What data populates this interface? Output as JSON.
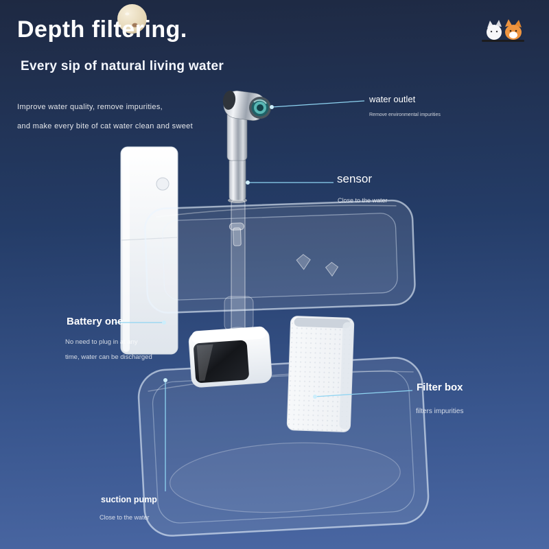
{
  "header": {
    "title": "Depth filtering.",
    "subtitle": "Every sip of natural living water",
    "description": [
      "Improve water quality, remove impurities,",
      "and make every bite of cat water clean and sweet"
    ]
  },
  "callouts": {
    "water_outlet": {
      "label": "water outlet",
      "note": "Remove environmental impurities"
    },
    "sensor": {
      "label": "sensor",
      "note": "Close to the water"
    },
    "battery": {
      "label": "Battery one",
      "note_lines": [
        "No need to plug in at any",
        "time, water can be discharged"
      ]
    },
    "filter_box": {
      "label": "Filter box",
      "note": "filters impurities"
    },
    "suction_pump": {
      "label": "suction pump",
      "note": "Close to the water"
    }
  },
  "icons": {
    "moon": "moon-icon",
    "pets": "cat-and-dog-icon"
  },
  "colors": {
    "background_top": "#1e2942",
    "background_bottom": "#4a67a3",
    "connector_line": "#8fd4f2",
    "connector_dot": "#cdeefb",
    "text": "#ffffff"
  }
}
